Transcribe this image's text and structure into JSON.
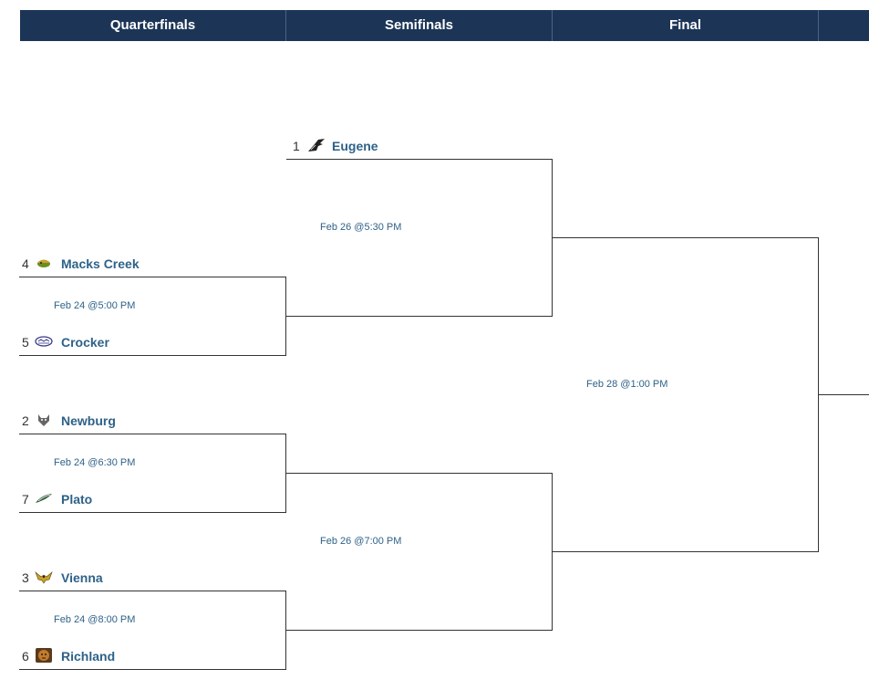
{
  "rounds": [
    {
      "label": "Quarterfinals"
    },
    {
      "label": "Semifinals"
    },
    {
      "label": "Final"
    },
    {
      "label": ""
    }
  ],
  "quarterfinals": [
    {
      "game_info": "Feb 24 @5:00 PM",
      "top": {
        "seed": "4",
        "name": "Macks Creek",
        "logo": "macks-creek-logo"
      },
      "bottom": {
        "seed": "5",
        "name": "Crocker",
        "logo": "crocker-logo"
      }
    },
    {
      "game_info": "Feb 24 @6:30 PM",
      "top": {
        "seed": "2",
        "name": "Newburg",
        "logo": "newburg-logo"
      },
      "bottom": {
        "seed": "7",
        "name": "Plato",
        "logo": "plato-logo"
      }
    },
    {
      "game_info": "Feb 24 @8:00 PM",
      "top": {
        "seed": "3",
        "name": "Vienna",
        "logo": "vienna-logo"
      },
      "bottom": {
        "seed": "6",
        "name": "Richland",
        "logo": "richland-logo"
      }
    }
  ],
  "semifinals": [
    {
      "game_info": "Feb 26 @5:30 PM",
      "top": {
        "seed": "1",
        "name": "Eugene",
        "logo": "eugene-logo"
      }
    },
    {
      "game_info": "Feb 26 @7:00 PM"
    }
  ],
  "final": {
    "game_info": "Feb 28 @1:00 PM"
  },
  "colors": {
    "header_bg": "#1c3557",
    "header_text": "#ffffff",
    "link": "#2e6288",
    "bracket_line": "#333333"
  }
}
